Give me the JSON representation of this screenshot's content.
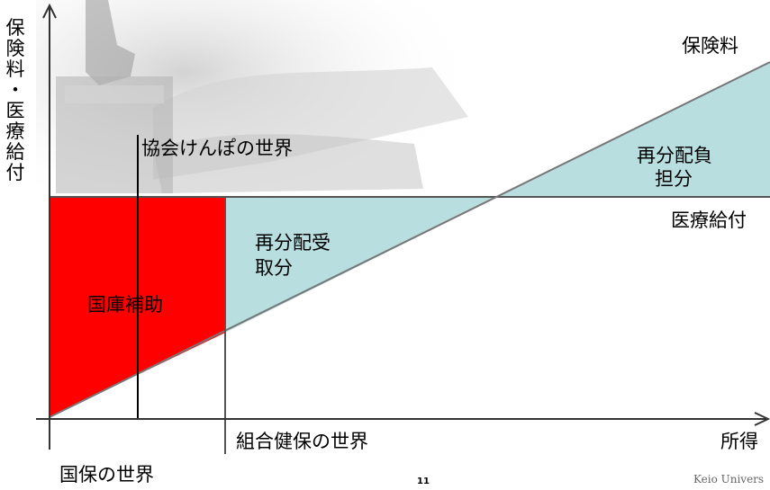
{
  "diagram": {
    "yaxis_label": "保険料・医療給付",
    "xaxis_label": "所得",
    "premium_line_label": "保険料",
    "benefit_line_label": "医療給付",
    "kyokai_world": "協会けんぽの世界",
    "kumiai_world": "組合健保の世界",
    "kokuho_world": "国保の世界",
    "subsidy_label": "国庫補助",
    "redistribution_receive_line1": "再分配受",
    "redistribution_receive_line2": "取分",
    "redistribution_burden_line1": "再分配負",
    "redistribution_burden_line2": "担分"
  },
  "footer": {
    "page_number": "11",
    "university": "Keio Univers"
  },
  "colors": {
    "subsidy": "#ff0000",
    "redistribution": "#b8dee0",
    "background_photo": "#cfcfcf"
  }
}
